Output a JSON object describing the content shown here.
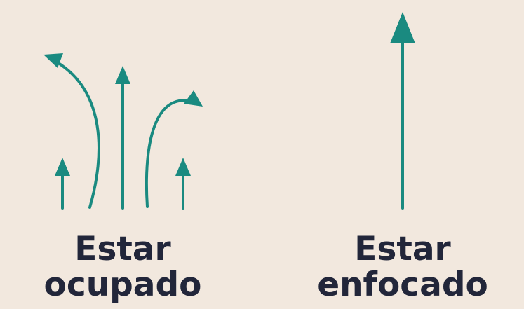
{
  "colors": {
    "background": "#f2e8de",
    "arrow": "#1a8a80",
    "text": "#22263a"
  },
  "busy": {
    "line1": "Estar",
    "line2": "ocupado"
  },
  "focused": {
    "line1": "Estar",
    "line2": "enfocado"
  }
}
